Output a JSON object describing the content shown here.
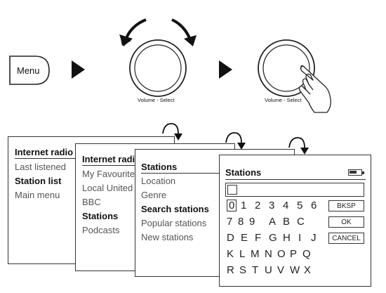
{
  "menu_button": {
    "label": "Menu"
  },
  "knob_caption_1": "Volume - Select",
  "knob_caption_2": "Volume - Select",
  "panel1": {
    "title": "Internet radio",
    "items": [
      "Last listened",
      "Station list",
      "Main menu"
    ],
    "selected_index": 1
  },
  "panel2": {
    "title": "Internet radio",
    "items": [
      "My Favourites",
      "Local United",
      "BBC",
      "Stations",
      "Podcasts"
    ],
    "selected_index": 3
  },
  "panel3": {
    "title": "Stations",
    "items": [
      "Location",
      "Genre",
      "Search stations",
      "Popular stations",
      "New stations"
    ],
    "selected_index": 2
  },
  "panel4": {
    "title": "Stations",
    "battery_icon": "battery-icon",
    "rows": [
      [
        "0",
        "1",
        "2",
        "3",
        "4",
        "5",
        "6"
      ],
      [
        "7",
        "8",
        "9",
        "A",
        "B",
        "C"
      ],
      [
        "D",
        "E",
        "F",
        "G",
        "H",
        "I",
        "J"
      ],
      [
        "K",
        "L",
        "M",
        "N",
        "O",
        "P",
        "Q"
      ],
      [
        "R",
        "S",
        "T",
        "U",
        "V",
        "W",
        "X"
      ]
    ],
    "buttons": {
      "backspace": "BKSP",
      "ok": "OK",
      "cancel": "CANCEL"
    }
  },
  "icons": [
    "rotate-left-arrow-icon",
    "rotate-right-arrow-icon",
    "play-arrow-icon",
    "hand-press-icon",
    "curved-arrow-icon"
  ]
}
